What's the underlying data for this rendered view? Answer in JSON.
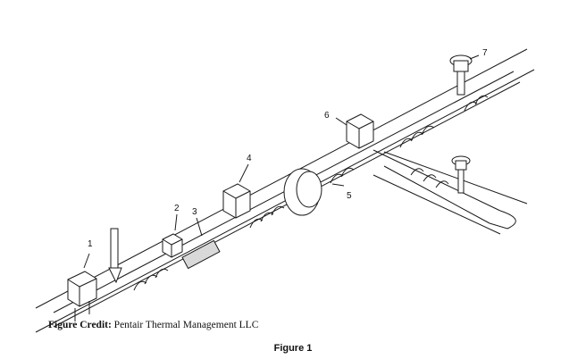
{
  "callouts": [
    "1",
    "2",
    "3",
    "4",
    "5",
    "6",
    "7"
  ],
  "caption": {
    "credit_label": "Figure Credit:",
    "credit_text": "Pentair Thermal Management LLC",
    "figure_label": "Figure 1"
  },
  "colors": {
    "line": "#1a1a1a",
    "fill": "#ffffff",
    "shade": "#d9d9d9"
  }
}
